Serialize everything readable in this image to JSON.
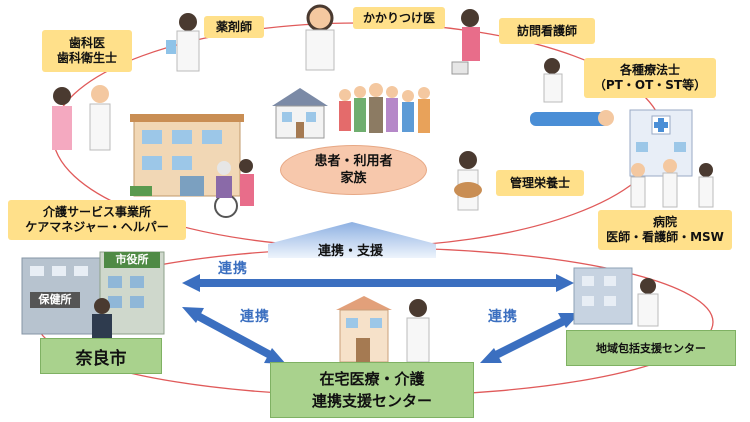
{
  "roles": {
    "dental": [
      "歯科医",
      "歯科衛生士"
    ],
    "pharmacist": "薬剤師",
    "family_doctor": "かかりつけ医",
    "visiting_nurse": "訪問看護師",
    "therapists": [
      "各種療法士",
      "（PT・OT・ST等）"
    ],
    "dietitian": "管理栄養士",
    "hospital": [
      "病院",
      "医師・看護師・MSW"
    ],
    "care_service": [
      "介護サービス事業所",
      "ケアマネジャー・ヘルパー"
    ]
  },
  "center": {
    "line1": "患者・利用者",
    "line2": "家族"
  },
  "support_arrow": "連携・支援",
  "links": {
    "top": "連携",
    "left": "連携",
    "right": "連携"
  },
  "nara_city": {
    "label": "奈良市",
    "building_sign": "市役所",
    "health_center_sign": "保健所"
  },
  "hub": {
    "line1": "在宅医療・介護",
    "line2": "連携支援センター"
  },
  "community_center": "地域包括支援センター",
  "colors": {
    "label_bg": "#ffe08a",
    "green_box": "#a9d28d",
    "arrow_blue": "#3b6fc0",
    "circle_red": "#e05a5a",
    "center_fill": "#f7c8ac"
  }
}
